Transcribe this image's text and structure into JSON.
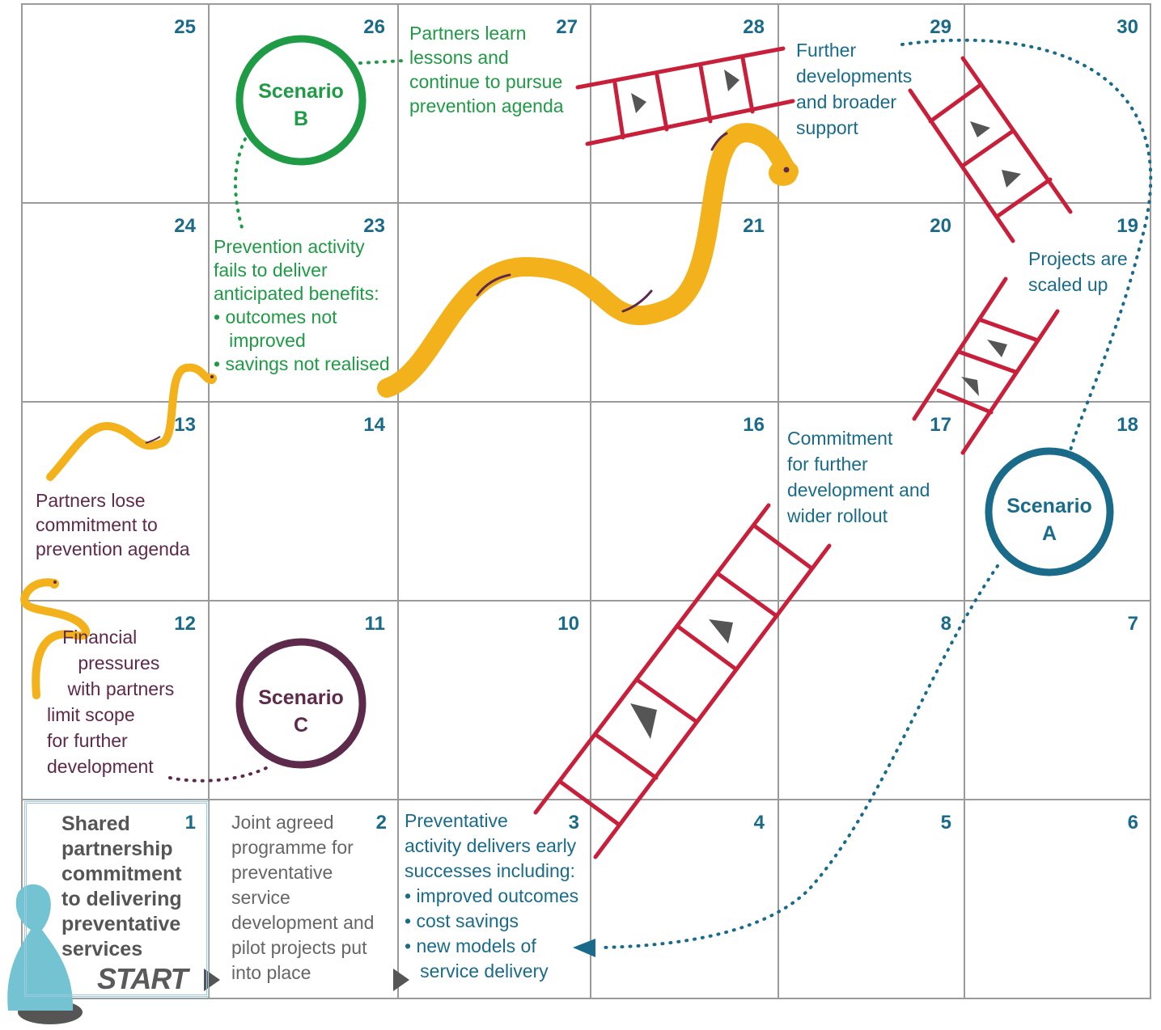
{
  "colors": {
    "grid": "#9a9a9a",
    "ladder": "#c8203a",
    "snake": "#f3b21b",
    "teal": "#1a6b8a",
    "green": "#1f9a45",
    "plum": "#5d2a4c",
    "pawn": "#74c3d3"
  },
  "squares": [
    "1",
    "2",
    "3",
    "4",
    "5",
    "6",
    "7",
    "8",
    "10",
    "11",
    "12",
    "13",
    "14",
    "16",
    "17",
    "18",
    "19",
    "20",
    "21",
    "23",
    "24",
    "25",
    "26",
    "27",
    "28",
    "29",
    "30"
  ],
  "start": {
    "text": "Shared\npartnership\ncommitment\nto delivering\npreventative\nservices",
    "label": "START"
  },
  "notes": {
    "sq2": "Joint agreed\nprogramme for\npreventative\nservice\ndevelopment and\npilot projects put\ninto place",
    "sq3": "Preventative\nactivity delivers early\nsuccesses including:\n• improved outcomes\n• cost savings\n• new models of\n   service delivery",
    "sq17": "Commitment\nfor further\ndevelopment and\nwider rollout",
    "sq19": "Projects are\nscaled up",
    "sq29": "Further\ndevelopments\nand broader\nsupport",
    "sq27": "Partners learn\nlessons and\ncontinue to pursue\nprevention agenda",
    "sq23": "Prevention activity\nfails to deliver\nanticipated benefits:\n• outcomes not\n   improved\n• savings not realised",
    "sq13": "Partners lose\ncommitment to\nprevention agenda",
    "sq12": "   Financial\n      pressures\n    with partners\nlimit scope\nfor further\ndevelopment"
  },
  "scenarios": {
    "a": "Scenario\nA",
    "b": "Scenario\nB",
    "c": "Scenario\nC"
  }
}
